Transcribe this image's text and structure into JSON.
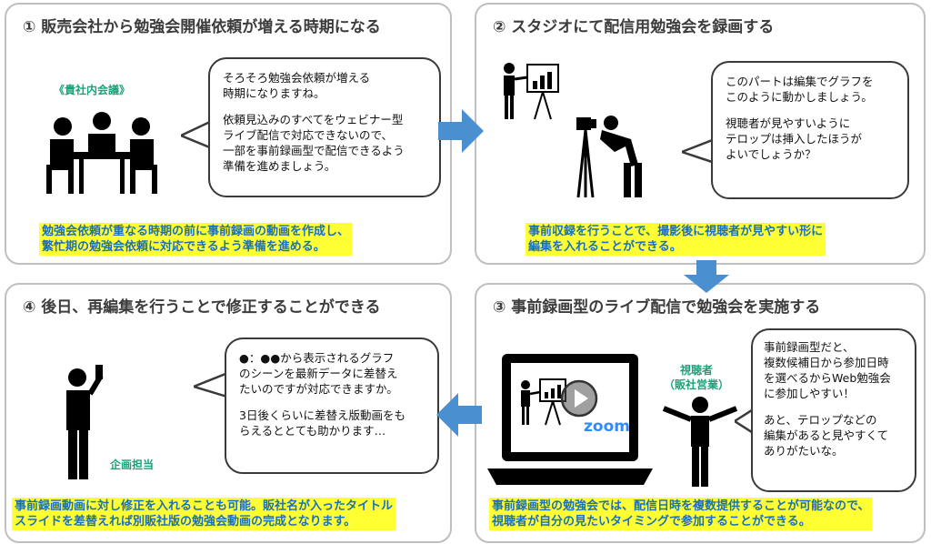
{
  "panels": [
    {
      "title": "① 販売会社から勉強会開催依頼が増える時期になる",
      "label": "《貴社内会議》",
      "bubble_paragraphs": [
        "そろそろ勉強会依頼が増える\n時期になりますね。",
        "依頼見込みのすべてをウェビナー型\nライブ配信で対応できないので、\n一部を事前録画型で配信できるよう\n準備を進めましょう。"
      ],
      "note": "勉強会依頼が重なる時期の前に事前録画の動画を作成し、\n繁忙期の勉強会依頼に対応できるよう準備を進める。"
    },
    {
      "title": "② スタジオにて配信用勉強会を録画する",
      "bubble_paragraphs": [
        "このパートは編集でグラフを\nこのように動かしましょう。",
        "視聴者が見やすいように\nテロップは挿入したほうが\nよいでしょうか？"
      ],
      "note": "事前収録を行うことで、撮影後に視聴者が見やすい形に\n編集を入れることができる。"
    },
    {
      "title": "③ 事前録画型のライブ配信で勉強会を実施する",
      "label": "視聴者\n（販社営業）",
      "screen_logo": "zoom",
      "bubble_paragraphs": [
        "事前録画型だと、\n複数候補日から参加日時\nを選べるからWeb勉強会\nに参加しやすい！",
        "あと、テロップなどの\n編集があると見やすくて\nありがたいな。"
      ],
      "note": "事前録画型の勉強会では、配信日時を複数提供することが可能なので、\n視聴者が自分の見たいタイミングで参加することができる。"
    },
    {
      "title": "④ 後日、再編集を行うことで修正することができる",
      "label": "企画担当",
      "bubble_paragraphs": [
        "●：●●から表示されるグラフ\nのシーンを最新データに差替え\nたいのですが対応できますか。",
        "3日後くらいに差替え版動画をも\nらえるととても助かります…"
      ],
      "note": "事前録画動画に対し修正を入れることも可能。販社名が入ったタイトル\nスライドを差替えれば別販社版の勉強会動画の完成となります。"
    }
  ],
  "colors": {
    "arrow": "#4a90d0",
    "highlight": "#ffff33",
    "note_text": "#1b6fbf",
    "label_green": "#1aa37a"
  },
  "icons": [
    "meeting-people-icon",
    "presenter-chart-icon",
    "camera-operator-icon",
    "laptop-icon",
    "play-icon",
    "viewer-person-icon",
    "planner-person-icon",
    "flow-arrow-icon"
  ]
}
